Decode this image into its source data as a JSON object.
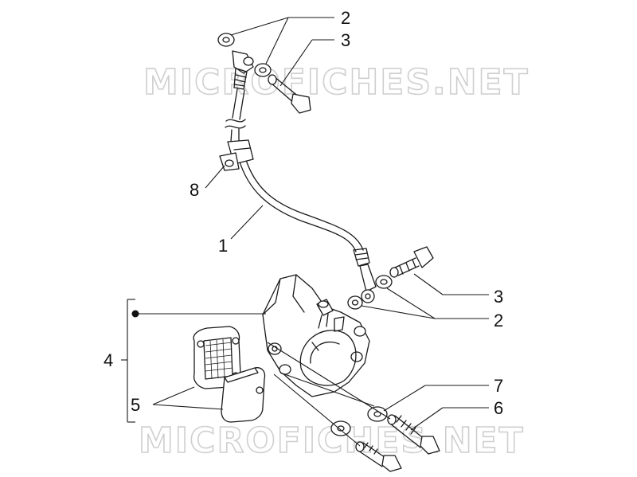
{
  "watermark": {
    "top": "MICROFICHES.NET",
    "bottom": "MICROFICHES.NET"
  },
  "callouts": {
    "c2_top": "2",
    "c3_top": "3",
    "c8": "8",
    "c1": "1",
    "c3_right": "3",
    "c2_right": "2",
    "c4": "4",
    "c7": "7",
    "c6": "6",
    "c5": "5"
  },
  "colors": {
    "line": "#1a1a1a",
    "watermark": "#cfcfcf",
    "background": "#ffffff"
  }
}
